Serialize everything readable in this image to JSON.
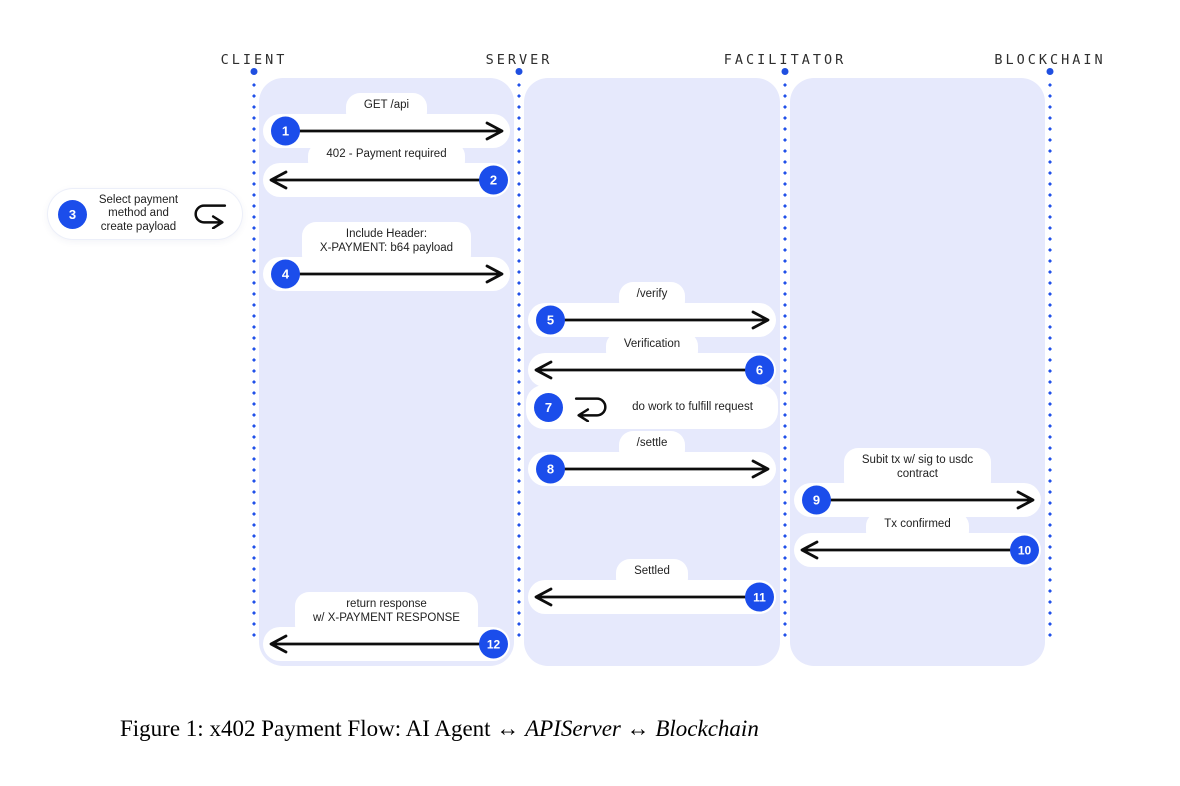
{
  "diagram": {
    "actors": [
      {
        "label": "CLIENT"
      },
      {
        "label": "SERVER"
      },
      {
        "label": "FACILITATOR"
      },
      {
        "label": "BLOCKCHAIN"
      }
    ],
    "messages": [
      {
        "num": "1",
        "lane": 0,
        "dir": "right",
        "label": [
          "GET /api"
        ]
      },
      {
        "num": "2",
        "lane": 0,
        "dir": "left",
        "label": [
          "402 - Payment required"
        ]
      },
      {
        "num": "3",
        "lane": -1,
        "dir": "note",
        "label": [
          "Select payment method and create payload"
        ]
      },
      {
        "num": "4",
        "lane": 0,
        "dir": "right",
        "label": [
          "Include Header:",
          "X-PAYMENT: b64 payload"
        ]
      },
      {
        "num": "5",
        "lane": 1,
        "dir": "right",
        "label": [
          "/verify"
        ]
      },
      {
        "num": "6",
        "lane": 1,
        "dir": "left",
        "label": [
          "Verification"
        ]
      },
      {
        "num": "7",
        "lane": 1,
        "dir": "self",
        "label": [
          "do work to fulfill request"
        ]
      },
      {
        "num": "8",
        "lane": 1,
        "dir": "right",
        "label": [
          "/settle"
        ]
      },
      {
        "num": "9",
        "lane": 2,
        "dir": "right",
        "label": [
          "Subit tx w/ sig to usdc",
          "contract"
        ]
      },
      {
        "num": "10",
        "lane": 2,
        "dir": "left",
        "label": [
          "Tx confirmed"
        ]
      },
      {
        "num": "11",
        "lane": 1,
        "dir": "left",
        "label": [
          "Settled"
        ]
      },
      {
        "num": "12",
        "lane": 0,
        "dir": "left",
        "label": [
          "return response",
          "w/ X-PAYMENT RESPONSE"
        ]
      }
    ],
    "colors": {
      "accent_blue": "#1b4deb",
      "lifeline_blue": "#2151e9",
      "panel_lavender": "#e6e9fc",
      "arrow_black": "#0d0d0d"
    }
  },
  "caption": {
    "segments": [
      {
        "text": "Figure 1: x402 Payment Flow: AI Agent ",
        "italic": false
      },
      {
        "text": "↔",
        "italic": false
      },
      {
        "text": " ",
        "italic": false
      },
      {
        "text": "APIServer",
        "italic": true
      },
      {
        "text": " ",
        "italic": false
      },
      {
        "text": "↔",
        "italic": false
      },
      {
        "text": " ",
        "italic": false
      },
      {
        "text": "Blockchain",
        "italic": true
      }
    ]
  }
}
